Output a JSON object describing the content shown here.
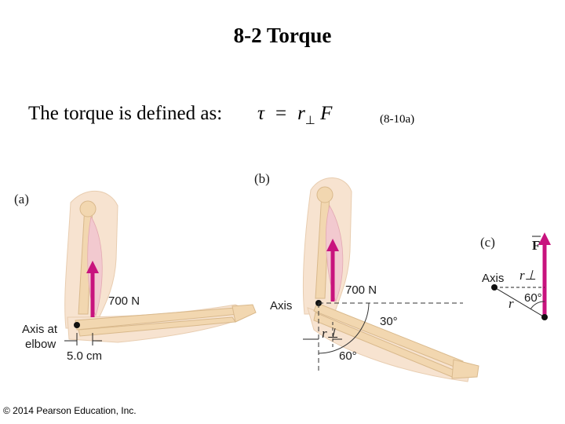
{
  "slide": {
    "title": "8-2 Torque",
    "definition_text": "The torque is defined as:",
    "equation": {
      "lhs": "τ",
      "equals": "=",
      "r": "r",
      "r_sub": "⊥",
      "F": "F"
    },
    "equation_number": "(8-10a)",
    "copyright": "© 2014 Pearson Education, Inc."
  },
  "figure_a": {
    "panel_label": "(a)",
    "force_label": "700 N",
    "axis_label_line1": "Axis at",
    "axis_label_line2": "elbow",
    "distance_label": "5.0 cm"
  },
  "figure_b": {
    "panel_label": "(b)",
    "force_label": "700 N",
    "axis_label": "Axis",
    "angle1_label": "30°",
    "angle2_label": "60°",
    "r_perp_label": "r⊥"
  },
  "figure_c": {
    "panel_label": "(c)",
    "force_label": "F",
    "axis_label": "Axis",
    "r_perp_label": "r⊥",
    "r_label": "r",
    "angle_label": "60°"
  },
  "colors": {
    "force_arrow": "#c8137e",
    "bone": "#f2d7b0",
    "bone_edge": "#d9b98c",
    "muscle": "#f2c9cf"
  }
}
